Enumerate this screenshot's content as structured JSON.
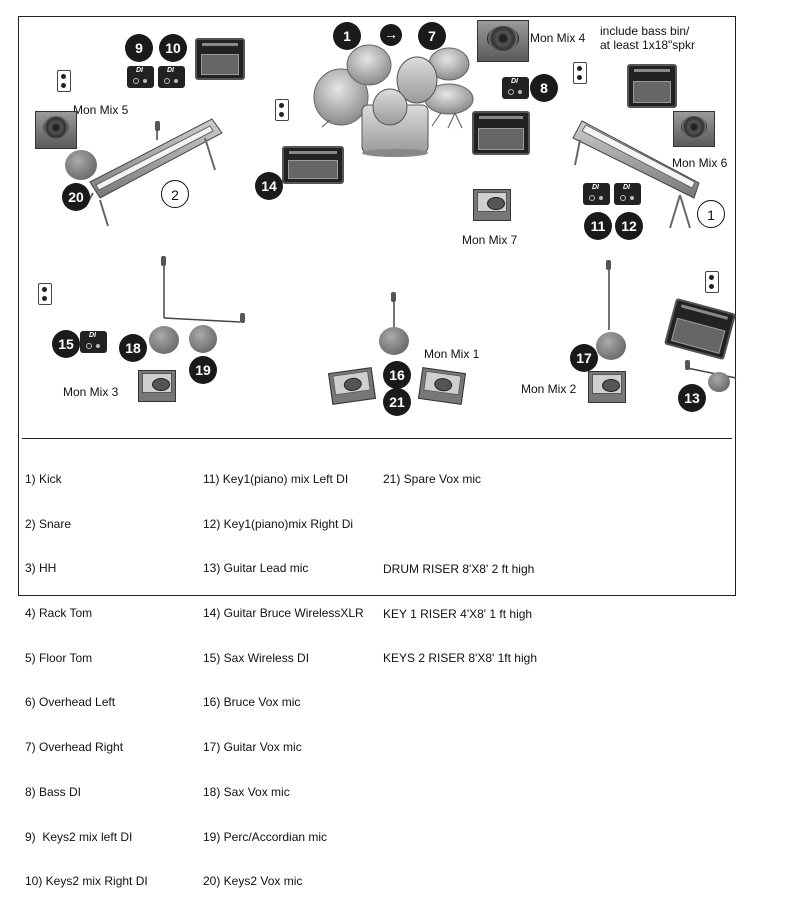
{
  "stage": {
    "labels": {
      "mon_mix_1": "Mon Mix 1",
      "mon_mix_2": "Mon Mix 2",
      "mon_mix_3": "Mon Mix 3",
      "mon_mix_4": "Mon Mix 4",
      "mon_mix_5": "Mon Mix 5",
      "mon_mix_6": "Mon Mix 6",
      "mon_mix_7": "Mon Mix 7",
      "bass_note_line1": "include bass bin/",
      "bass_note_line2": "at least 1x18\"spkr"
    },
    "badges": {
      "b1": "1",
      "b2": "2",
      "b3": "1",
      "b4": "7",
      "b8": "8",
      "b9": "9",
      "b10": "10",
      "b11": "11",
      "b12": "12",
      "b13": "13",
      "b14": "14",
      "b15": "15",
      "b16": "16",
      "b17": "17",
      "b18": "18",
      "b19": "19",
      "b20": "20",
      "b21": "21"
    },
    "arrow_icon": "right-arrow-icon"
  },
  "legend": {
    "col1": [
      "1) Kick",
      "2) Snare",
      "3) HH",
      "4) Rack Tom",
      "5) Floor Tom",
      "6) Overhead Left",
      "7) Overhead Right",
      "8) Bass DI",
      "9)  Keys2 mix left DI",
      "10) Keys2 mix Right DI"
    ],
    "col2": [
      "11) Key1(piano) mix Left DI",
      "12) Key1(piano)mix Right Di",
      "13) Guitar Lead mic",
      "14) Guitar Bruce WirelessXLR",
      "15) Sax Wireless DI",
      "16) Bruce Vox mic",
      "17) Guitar Vox mic",
      "18) Sax Vox mic",
      "19) Perc/Accordian mic",
      "20) Keys2 Vox mic"
    ],
    "col3_top": "21) Spare Vox mic",
    "risers": [
      "DRUM RISER 8'X8' 2 ft high",
      "KEY 1 RISER 4'X8' 1 ft high",
      "KEYS 2 RISER 8'X8' 1ft high"
    ]
  }
}
